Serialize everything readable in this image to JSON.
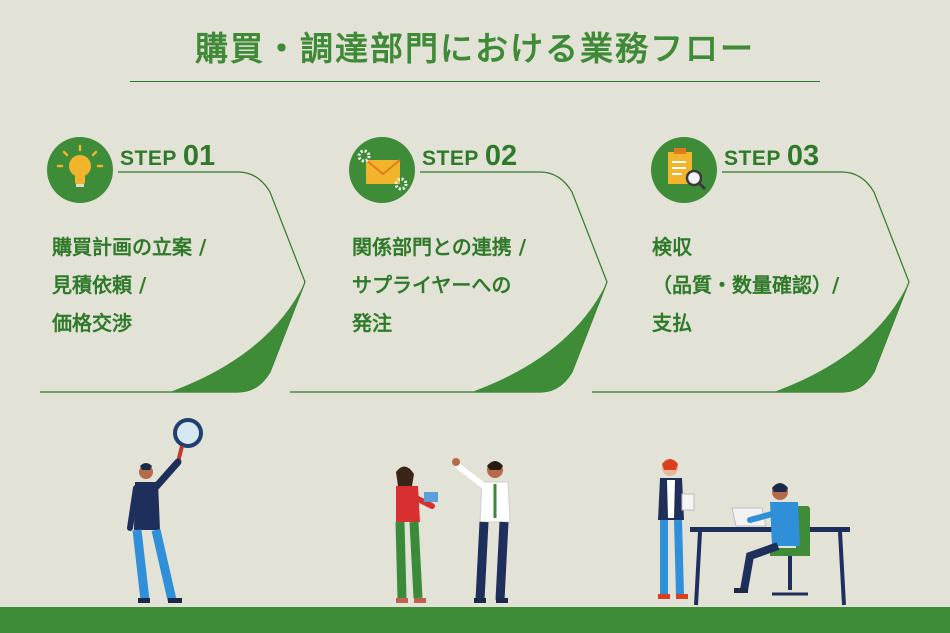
{
  "title": "購買・調達部門における業務フロー",
  "colors": {
    "background": "#e3e2d6",
    "green": "#3e8c37",
    "text": "#3f8a36"
  },
  "steps": [
    {
      "word": "STEP",
      "number": "01",
      "icon": "lightbulb-icon",
      "lines": [
        "購買計画の立案 /",
        "見積依頼 /",
        "価格交渉"
      ]
    },
    {
      "word": "STEP",
      "number": "02",
      "icon": "envelope-gear-icon",
      "lines": [
        "関係部門との連携 /",
        "サプライヤーへの",
        "発注"
      ]
    },
    {
      "word": "STEP",
      "number": "03",
      "icon": "document-magnifier-icon",
      "lines": [
        "検収",
        "（品質・数量確認）/",
        "支払"
      ]
    }
  ]
}
